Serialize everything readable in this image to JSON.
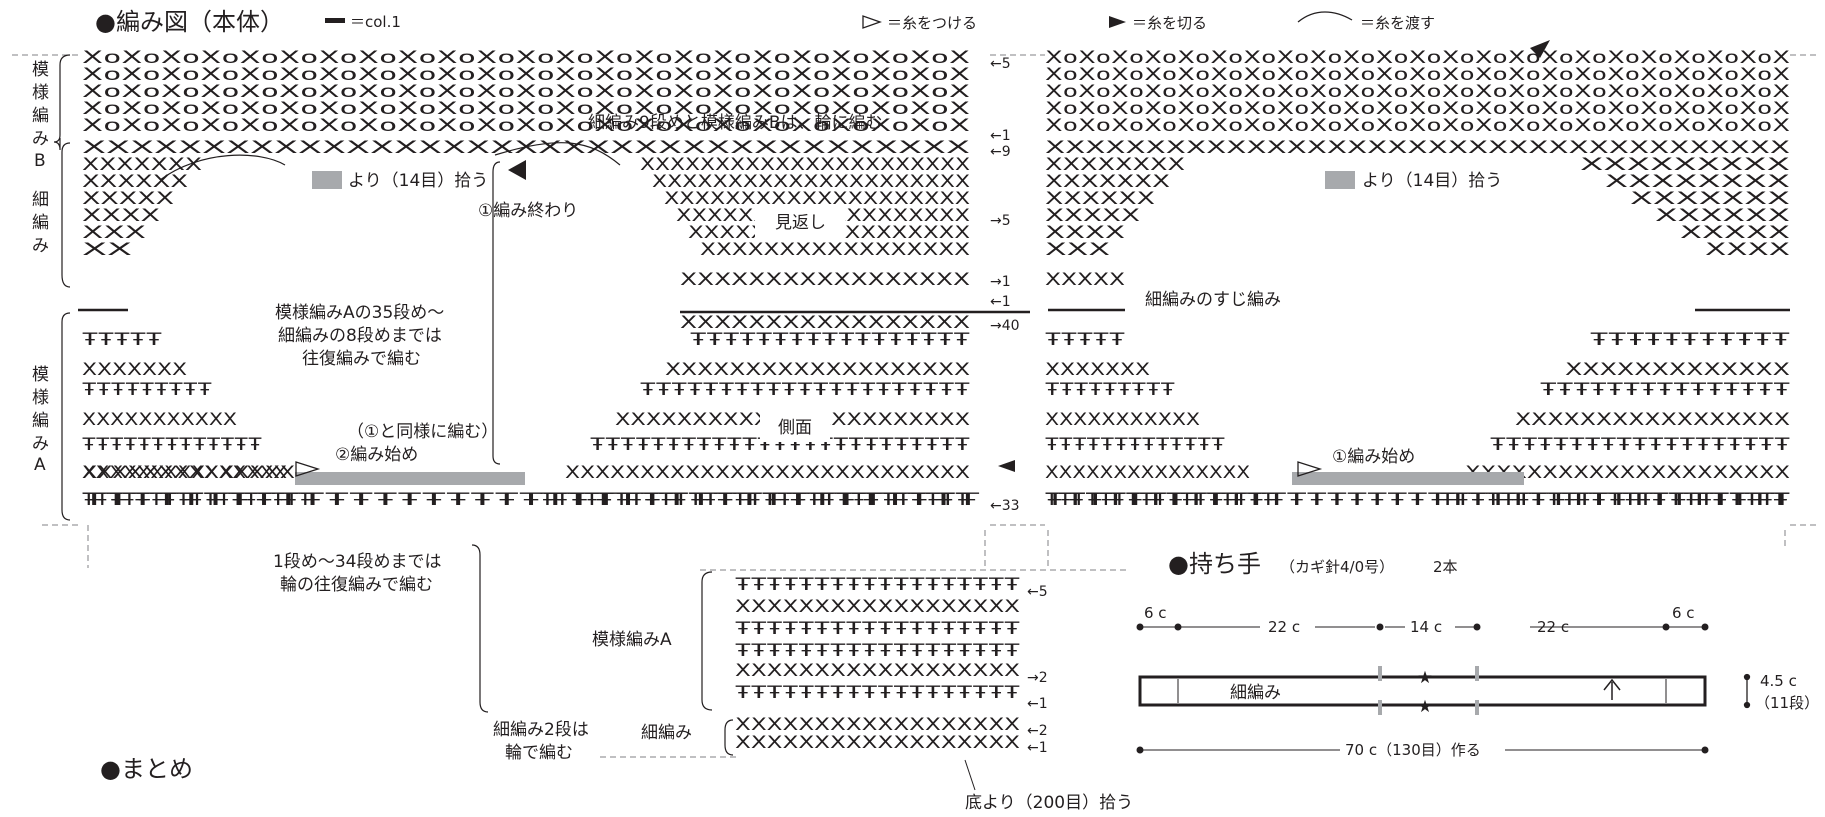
{
  "header": {
    "title": "●編み図（本体）",
    "col_legend": "＝col.1",
    "legend_attach": "＝糸をつける",
    "legend_cut": "＝糸を切る",
    "legend_pass": "＝糸を渡す"
  },
  "side_labels": {
    "pattern_b": [
      "模",
      "様",
      "編",
      "み",
      "B"
    ],
    "single": [
      "細",
      "編",
      "み"
    ],
    "pattern_a": [
      "模",
      "様",
      "編",
      "み",
      "A"
    ]
  },
  "row_markers": {
    "r5": "←5",
    "r1": "←1",
    "r9": "←9",
    "r5b": "→5",
    "r1b": "→1",
    "r1c": "←1",
    "r40": "→40",
    "r33": "←33"
  },
  "notes": {
    "ring_note": "細編み9段めと模様編みBは、輪に編む",
    "pick_left": "より（14目）拾う",
    "pick_right": "より（14目）拾う",
    "finish_1": "①編み終わり",
    "facing": "見返し",
    "side": "側面",
    "pattern_a_turn": [
      "模様編みAの35段め〜",
      "細編みの8段めまでは",
      "往復編みで編む"
    ],
    "same_as_1": "（①と同様に編む）",
    "start_2": "②編み始め",
    "start_1": "①編み始め",
    "sc_back_loop": "細編みのすじ編み",
    "rows_1_34": [
      "1段め〜34段めまでは",
      "輪の往復編みで編む"
    ]
  },
  "detail": {
    "pattern_a_label": "模様編みA",
    "sc_label": "細編み",
    "sc_two_rows": [
      "細編み2段は",
      "輪で編む"
    ],
    "pick_bottom": "底より（200目）拾う",
    "markers": [
      "←5",
      "→2",
      "←1",
      "←2",
      "←1"
    ]
  },
  "handle": {
    "title": "●持ち手",
    "hook": "（カギ針4/0号）",
    "count": "2本",
    "dims": [
      "6 c",
      "22 c",
      "14 c",
      "22 c",
      "6 c"
    ],
    "body_label": "細編み",
    "height": "4.5 c",
    "rows": "（11段）",
    "chain": "70 c（130目）作る"
  },
  "summary": {
    "title": "●まとめ"
  },
  "colors": {
    "ink": "#231f20",
    "grey_fill": "#a7a9ac",
    "guide": "#808285"
  }
}
